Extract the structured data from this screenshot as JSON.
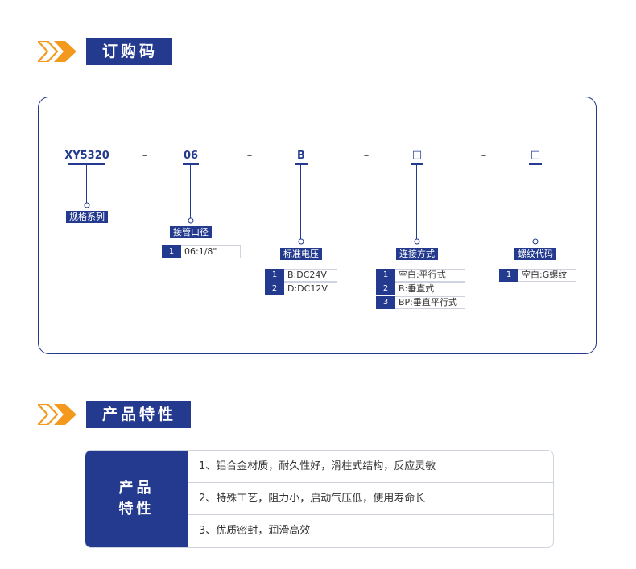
{
  "sections": {
    "order_code": {
      "title": "订购码"
    },
    "features": {
      "title": "产品特性"
    }
  },
  "colors": {
    "primary": "#233a8e",
    "accent": "#f39a1e",
    "border": "#cfd3e0"
  },
  "order_code": {
    "separator": "–",
    "items": [
      {
        "code": "XY5320",
        "label": "规格系列",
        "options": []
      },
      {
        "code": "06",
        "label": "接管口径",
        "options": [
          {
            "num": "1",
            "text": "06:1/8\""
          }
        ]
      },
      {
        "code": "B",
        "label": "标准电压",
        "options": [
          {
            "num": "1",
            "text": "B:DC24V"
          },
          {
            "num": "2",
            "text": "D:DC12V"
          }
        ]
      },
      {
        "code": "□",
        "label": "连接方式",
        "options": [
          {
            "num": "1",
            "text": "空白:平行式"
          },
          {
            "num": "2",
            "text": "B:垂直式"
          },
          {
            "num": "3",
            "text": "BP:垂直平行式"
          }
        ]
      },
      {
        "code": "□",
        "label": "螺纹代码",
        "options": [
          {
            "num": "1",
            "text": "空白:G螺纹"
          }
        ]
      }
    ]
  },
  "features": {
    "label_line1": "产品",
    "label_line2": "特性",
    "rows": [
      "1、铝合金材质，耐久性好，滑柱式结构，反应灵敏",
      "2、特殊工艺，阻力小，启动气压低，使用寿命长",
      "3、优质密封，润滑高效"
    ]
  }
}
